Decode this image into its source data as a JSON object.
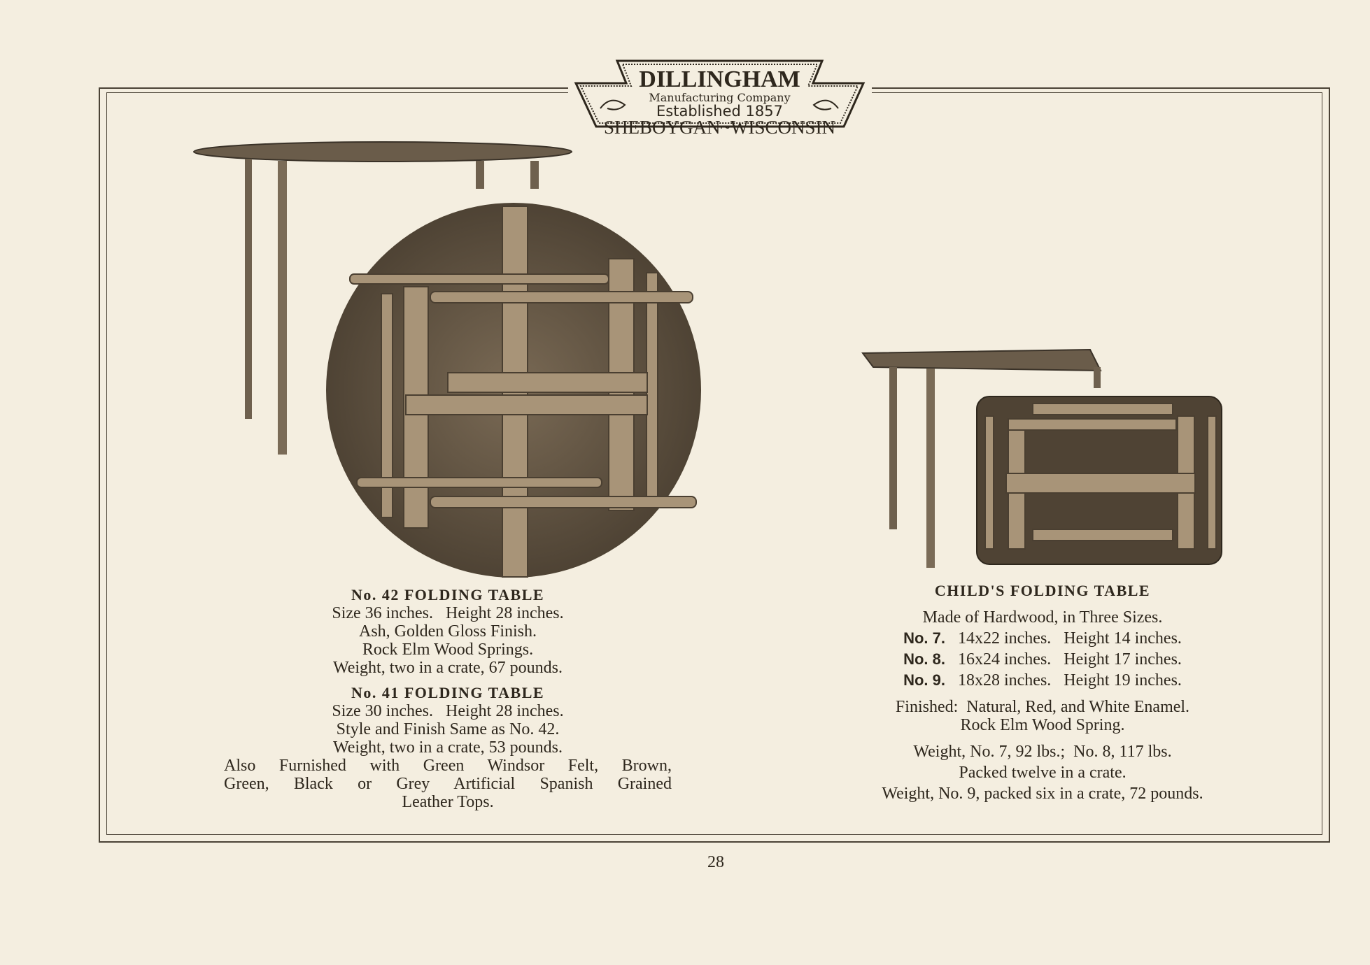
{
  "logo": {
    "name": "DILLINGHAM",
    "subtitle": "Manufacturing Company",
    "established": "Established 1857",
    "location": "SHEBOYGAN~WISCONSIN"
  },
  "left": {
    "no42_title": "No. 42 FOLDING TABLE",
    "no42_lines": [
      "Size 36 inches.   Height 28 inches.",
      "Ash, Golden Gloss Finish.",
      "Rock Elm Wood Springs.",
      "Weight, two in a crate, 67 pounds."
    ],
    "no41_title": "No. 41 FOLDING TABLE",
    "no41_lines": [
      "Size 30 inches.   Height 28 inches.",
      "Style and Finish Same as No. 42.",
      "Weight, two in a crate, 53 pounds.",
      "Also Furnished with Green Windsor Felt, Brown,",
      "Green, Black or Grey Artificial Spanish Grained",
      "Leather Tops."
    ]
  },
  "right": {
    "title": "CHILD'S FOLDING TABLE",
    "intro": "Made of Hardwood, in Three Sizes.",
    "sizes": [
      {
        "no": "No. 7.",
        "size": "14x22 inches.",
        "height": "Height 14 inches."
      },
      {
        "no": "No. 8.",
        "size": "16x24 inches.",
        "height": "Height 17 inches."
      },
      {
        "no": "No. 9.",
        "size": "18x28 inches.",
        "height": "Height 19 inches."
      }
    ],
    "finish": "Finished:  Natural, Red, and White Enamel.",
    "spring": "Rock Elm Wood Spring.",
    "weights": [
      "Weight, No. 7, 92 lbs.;  No. 8, 117 lbs.",
      "Packed twelve in a crate.",
      "Weight, No. 9, packed six in a crate, 72 pounds."
    ]
  },
  "page_number": "28"
}
